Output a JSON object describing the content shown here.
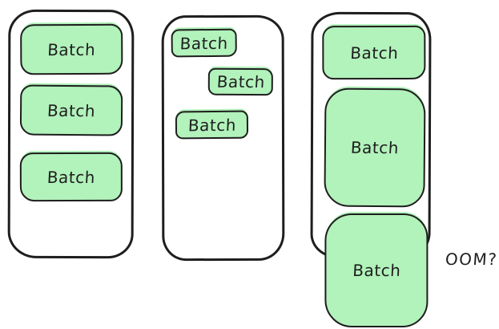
{
  "colors": {
    "stroke": "#1e1e1e",
    "fill": "#b2f2bb",
    "background": "#ffffff"
  },
  "containers": [
    {
      "name": "uniform-batches",
      "boxes": [
        {
          "label": "Batch"
        },
        {
          "label": "Batch"
        },
        {
          "label": "Batch"
        }
      ]
    },
    {
      "name": "small-scattered-batches",
      "boxes": [
        {
          "label": "Batch"
        },
        {
          "label": "Batch"
        },
        {
          "label": "Batch"
        }
      ]
    },
    {
      "name": "growing-batches",
      "boxes": [
        {
          "label": "Batch"
        },
        {
          "label": "Batch"
        },
        {
          "label": "Batch"
        }
      ]
    }
  ],
  "annotation": {
    "label": "OOM?"
  }
}
